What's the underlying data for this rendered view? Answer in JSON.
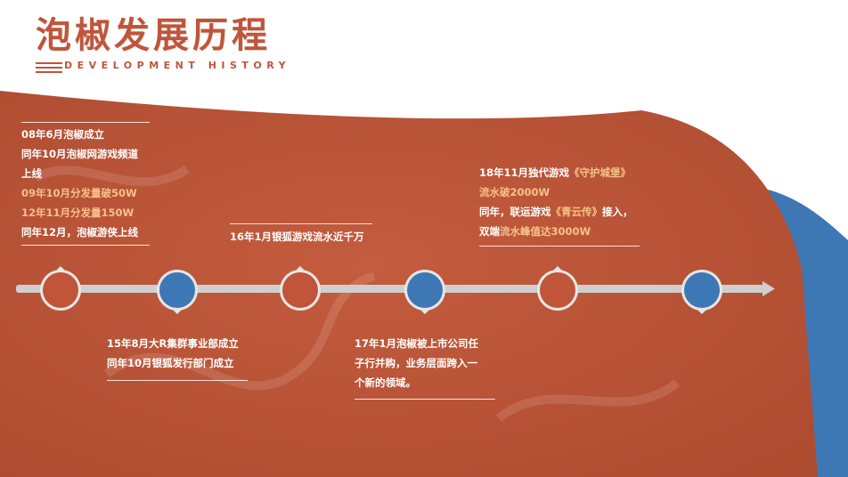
{
  "header": {
    "title": "泡椒发展历程",
    "subtitle": "DEVELOPMENT HISTORY"
  },
  "colors": {
    "accent": "#c0553a",
    "panel": "#bd5739",
    "blue": "#3d78b4",
    "highlight": "#f6c28a",
    "text": "#ffffff"
  },
  "events": {
    "e1": {
      "line1": "08年6月泡椒成立",
      "line2": "同年10月泡椒网游戏频道",
      "line3": "上线",
      "line4": "09年10月分发量破50W",
      "line5": "12年11月分发量150W",
      "line6": "同年12月，泡椒游侠上线"
    },
    "e2": {
      "line1": "15年8月大R集群事业部成立",
      "line2": "同年10月银狐发行部门成立"
    },
    "e3": {
      "line1": "16年1月银狐游戏流水近千万"
    },
    "e4": {
      "line1": "17年1月泡椒被上市公司任",
      "line2": "子行并购，业务层面跨入一",
      "line3": "个新的领域。"
    },
    "e5": {
      "line1_a": "18年11月独代游戏",
      "line1_b": "《守护城堡》",
      "line2": "流水破2000W",
      "line3_a": "同年，联运游戏",
      "line3_b": "《青云传》",
      "line3_c": "接入，",
      "line4_a": "双端",
      "line4_b": "流水峰值达3000W"
    }
  }
}
